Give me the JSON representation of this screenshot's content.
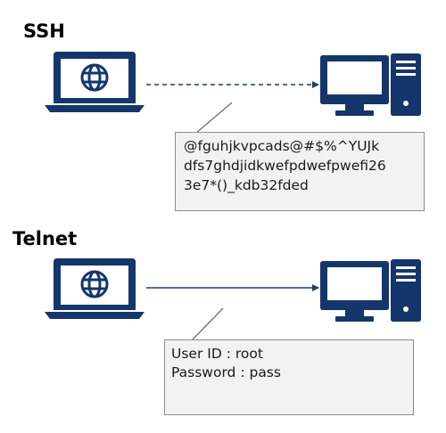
{
  "sections": {
    "ssh": {
      "title": "SSH",
      "connection_style": "dashed",
      "note_lines": [
        "@fguhjkvpcads@#$%^YUJk",
        "dfs7ghdjidkwefpdwefpwefi26",
        "3e7*()_kdb32fded"
      ]
    },
    "telnet": {
      "title": "Telnet",
      "connection_style": "solid",
      "note_lines": [
        "User ID : root",
        "Password : pass"
      ]
    }
  },
  "icons": {
    "client": "laptop-globe-icon",
    "server": "desktop-computer-icon"
  },
  "colors": {
    "icon": "#14366b",
    "line": "#1f3a6e",
    "note_fill": "#f2f2f2",
    "note_border": "#8c8c8c"
  }
}
